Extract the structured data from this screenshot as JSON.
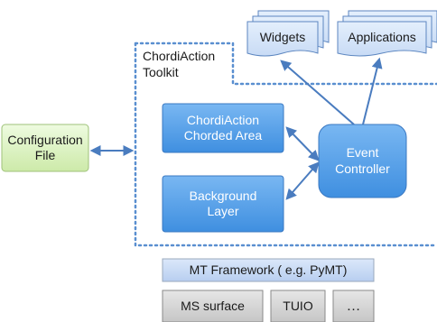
{
  "toolkit": {
    "title": "ChordiAction\nToolkit"
  },
  "documents": [
    {
      "id": "widgets",
      "label": "Widgets"
    },
    {
      "id": "applications",
      "label": "Applications"
    }
  ],
  "components": {
    "chorded_area": "ChordiAction\nChorded Area",
    "background_layer": "Background\nLayer",
    "event_controller": "Event\nController",
    "configuration_file": "Configuration\nFile"
  },
  "framework": {
    "label": "MT Framework ( e.g. PyMT)",
    "drivers": [
      "MS surface",
      "TUIO",
      "…"
    ]
  },
  "colors": {
    "blue_fill": "#5aa4ea",
    "blue_border": "#3a78c2",
    "green_fill": "#def6c4",
    "green_border": "#9fc27a",
    "doc_fill": "#d6e6fa",
    "doc_border": "#5c86c0",
    "framework_fill": "#c9dcf6",
    "framework_border": "#9aa8bc",
    "driver_fill": "#d6d6d6",
    "driver_border": "#8a8a8a",
    "arrow": "#4a7cbf",
    "dotted_border": "#5a8fd0"
  }
}
